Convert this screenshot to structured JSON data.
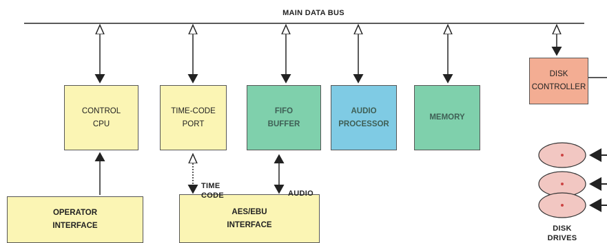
{
  "bus_label": "MAIN DATA BUS",
  "blocks": {
    "control_cpu": {
      "label": "CONTROL\nCPU",
      "color": "#fbf5b4"
    },
    "timecode_port": {
      "label": "TIME-CODE\nPORT",
      "color": "#fbf5b4"
    },
    "fifo_buffer": {
      "label": "FIFO\nBUFFER",
      "color": "#7fd0ac"
    },
    "audio_processor": {
      "label": "AUDIO\nPROCESSOR",
      "color": "#7fcbe4"
    },
    "memory": {
      "label": "MEMORY",
      "color": "#7fd0ac"
    },
    "disk_controller": {
      "label": "DISK\nCONTROLLER",
      "color": "#f3ad93"
    },
    "operator_interface": {
      "label": "OPERATOR\nINTERFACE",
      "color": "#fbf5b4"
    },
    "aes_ebu_interface": {
      "label": "AES/EBU\nINTERFACE",
      "color": "#fbf5b4"
    }
  },
  "connection_labels": {
    "time_code": "TIME\nCODE",
    "audio": "AUDIO"
  },
  "disk_drives_label": "DISK\nDRIVES",
  "disk_color": "#f2c7c2"
}
